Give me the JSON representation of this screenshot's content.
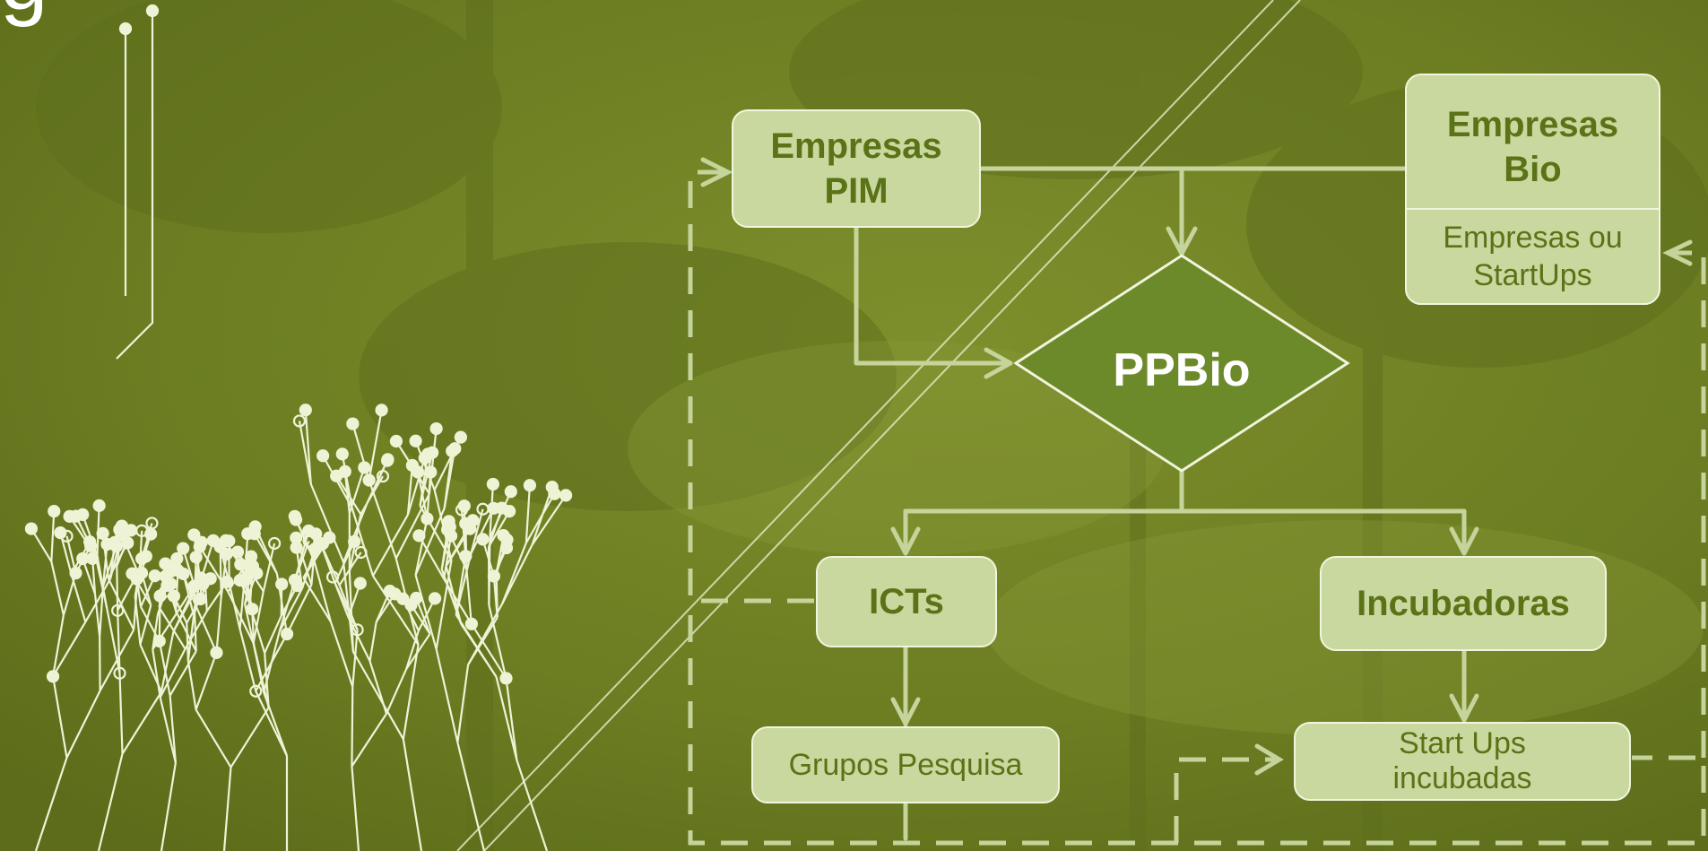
{
  "title_fragment": "g",
  "colors": {
    "background": "#6f8024",
    "box_fill": "#c9d89e",
    "box_border": "#f0f5dd",
    "box_text": "#5a7317",
    "diamond_fill": "#6c8a2a",
    "connector": "#c5d49a"
  },
  "nodes": {
    "empresas_pim": {
      "line1": "Empresas",
      "line2": "PIM"
    },
    "empresas_bio": {
      "line1": "Empresas",
      "line2": "Bio"
    },
    "empresas_startups": {
      "line1": "Empresas ou",
      "line2": "StartUps"
    },
    "ppbio": {
      "label": "PPBio"
    },
    "icts": {
      "label": "ICTs"
    },
    "incubadoras": {
      "label": "Incubadoras"
    },
    "grupos_pesquisa": {
      "label": "Grupos Pesquisa"
    },
    "startups_incubadas": {
      "line1": "Start Ups",
      "line2": "incubadas"
    }
  }
}
